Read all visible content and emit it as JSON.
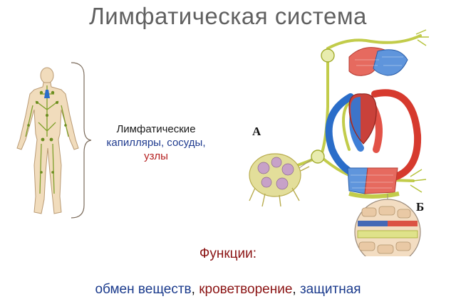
{
  "title": "Лимфатическая система",
  "caption": {
    "line1": "Лимфатические",
    "line2": "капилляры, сосуды,",
    "line3": "узлы"
  },
  "labels": {
    "a": "А",
    "b": "Б"
  },
  "functions": {
    "heading": "Функции:",
    "item1": "обмен веществ",
    "sep1": ", ",
    "item2": "кроветворение",
    "sep2": ", ",
    "item3": "защитная"
  },
  "colors": {
    "lymph": "#b5c23a",
    "artery": "#d63a2e",
    "vein": "#2a6dc9",
    "body": "#f0d9b5"
  }
}
